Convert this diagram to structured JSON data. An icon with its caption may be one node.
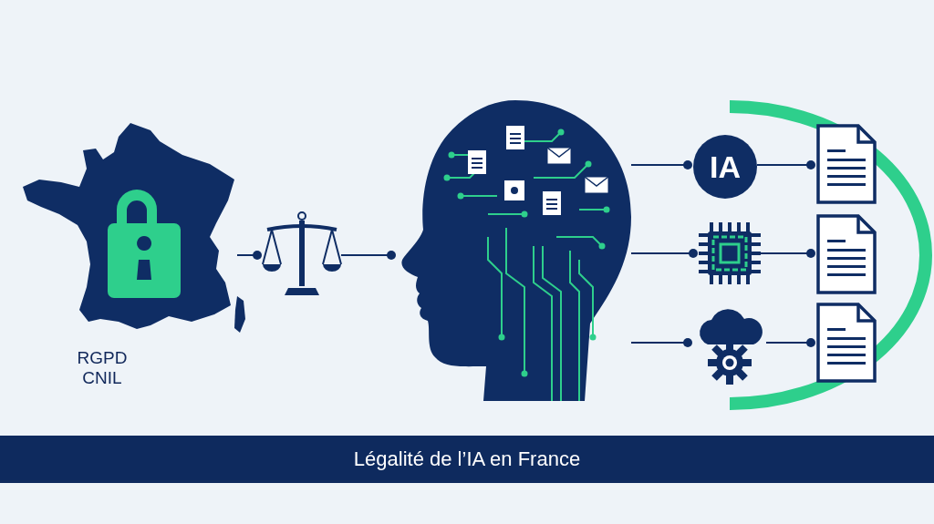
{
  "diagram": {
    "title": "Légalité de l’IA en France",
    "nodes": [
      {
        "text": [],
        "shape": "picture",
        "beside": [
          "RGPD CNIL"
        ]
      },
      {
        "text": [],
        "shape": "picture"
      },
      {
        "text": [],
        "shape": "picture"
      },
      {
        "text": [
          "IA"
        ]
      },
      {
        "text": [],
        "shape": "picture"
      },
      {
        "text": [],
        "shape": "picture"
      },
      {
        "text": [],
        "shape": "picture"
      },
      {
        "text": [],
        "shape": "picture"
      },
      {
        "text": [],
        "shape": "picture"
      }
    ],
    "edges": [
      {
        "from": 0,
        "to": 1,
        "arrow": "other"
      },
      {
        "from": 1,
        "to": 2,
        "arrow": "other"
      },
      {
        "from": 2,
        "to": 3,
        "arrow": "other"
      },
      {
        "from": 2,
        "to": 4,
        "arrow": "other"
      },
      {
        "from": 2,
        "to": 5,
        "arrow": "other"
      },
      {
        "from": 3,
        "to": 6,
        "arrow": "other"
      },
      {
        "from": 4,
        "to": 7,
        "arrow": "other"
      },
      {
        "from": 5,
        "to": 8,
        "arrow": "other"
      }
    ]
  }
}
